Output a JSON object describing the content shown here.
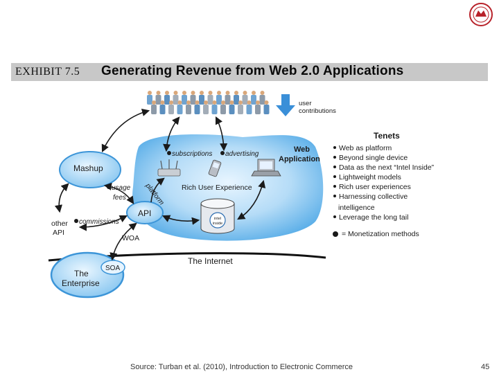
{
  "header": {
    "exhibit": "EXHIBIT 7.5",
    "title": "Generating Revenue from Web 2.0 Applications"
  },
  "diagram": {
    "user_contributions": [
      "user",
      "contributions"
    ],
    "web_application": [
      "Web",
      "Application"
    ],
    "subscriptions": "subscriptions",
    "advertising": "advertising",
    "rich_user_experience": "Rich User Experience",
    "mashup": "Mashup",
    "usage_fees": [
      "usage",
      "fees"
    ],
    "platform": "platform",
    "api": "API",
    "commissions": "commissions",
    "other_api": [
      "other",
      "API"
    ],
    "woa": "WOA",
    "internet": "The Internet",
    "enterprise": [
      "The",
      "Enterprise"
    ],
    "soa": "SOA",
    "intel_badge": [
      "intel",
      "inside"
    ],
    "tenets": {
      "title": "Tenets",
      "items": [
        "Web as platform",
        "Beyond single device",
        "Data as the next “Intel Inside”",
        "Lightweight models",
        "Rich user experiences",
        "Harnessing collective",
        "Leverage the long tail"
      ],
      "continuation": "intelligence",
      "monetization_note": "= Monetization methods"
    }
  },
  "footer": {
    "source": "Source: Turban et al. (2010), Introduction to Electronic Commerce",
    "page": "45"
  },
  "colors": {
    "blob_light": "#dcefff",
    "blob_mid": "#9fcff4",
    "blob_dark": "#4ea4e4",
    "outline": "#4b9fdf",
    "people": "#6fa3d0",
    "arrow": "#1a1a1a",
    "header_bar": "#c8c8c8",
    "seal": "#b8222a"
  }
}
